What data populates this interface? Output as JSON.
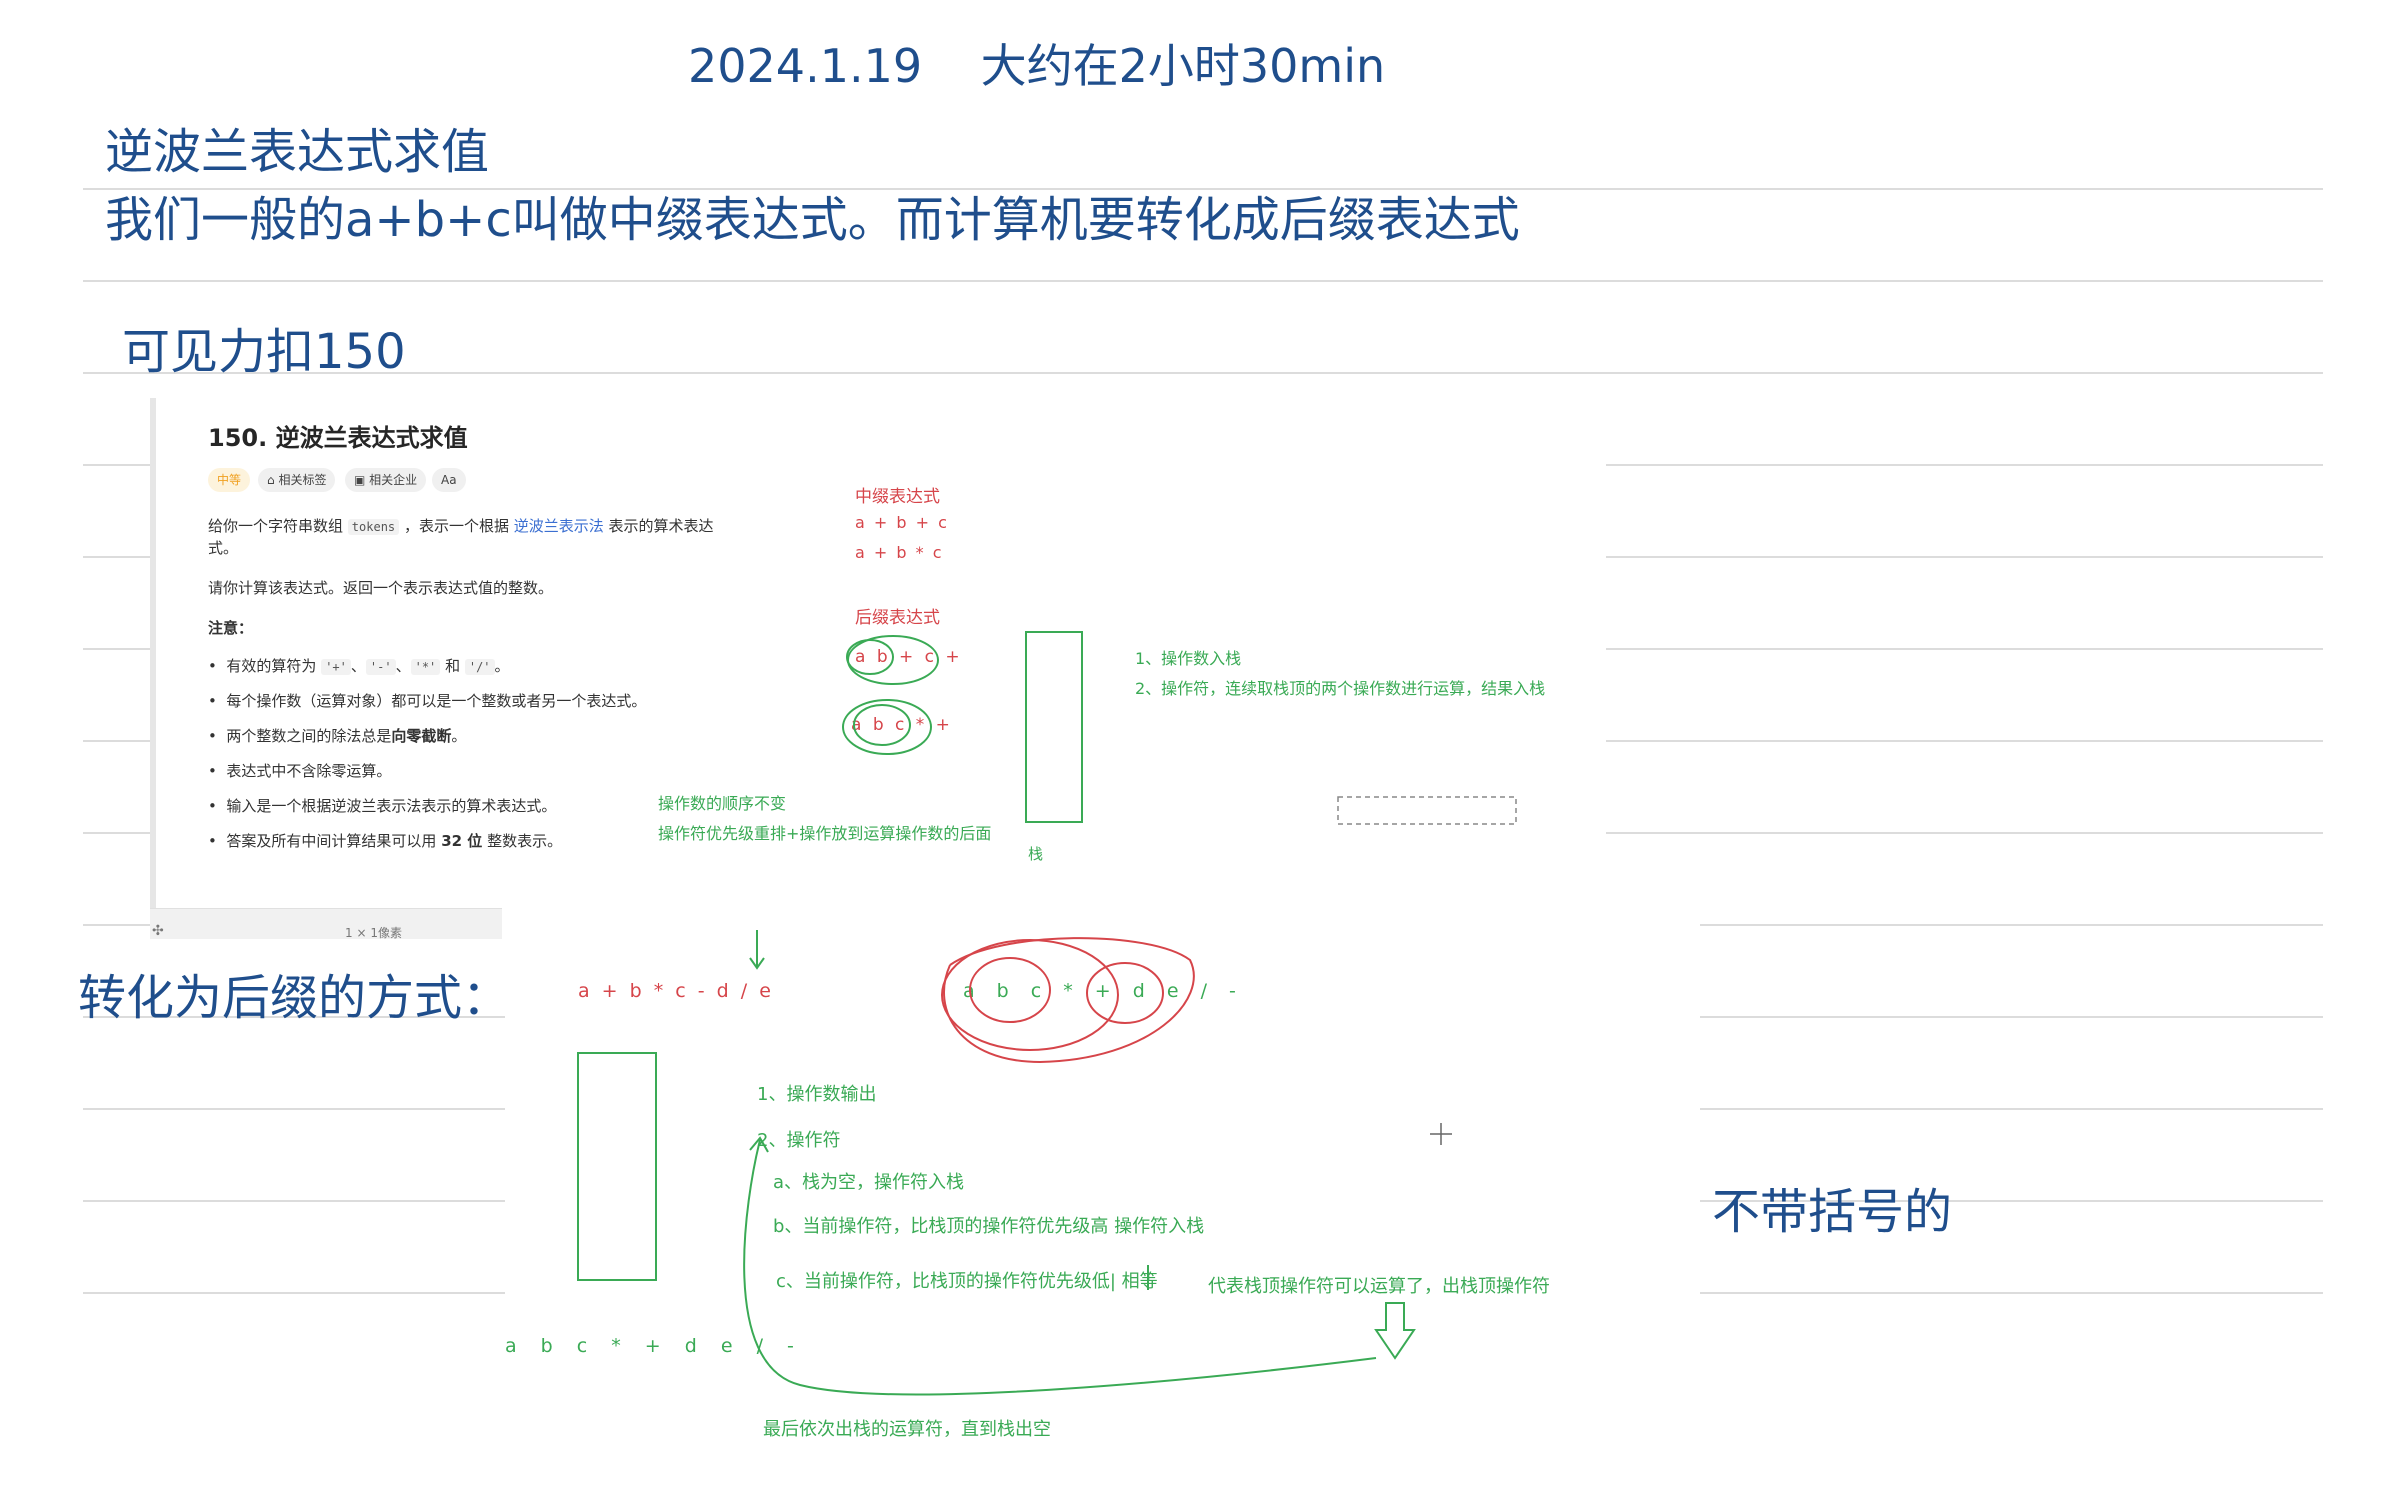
{
  "note": {
    "date": "2024.1.19",
    "duration": "大约在2小时30min",
    "title": "逆波兰表达式求值",
    "intro": "我们一般的a+b+c叫做中缀表达式。而计算机要转化成后缀表达式",
    "see_leetcode": "可见力扣150",
    "convert_heading": "转化为后缀的方式：",
    "no_brackets": "不带括号的"
  },
  "leetcode": {
    "problem_title": "150. 逆波兰表达式求值",
    "tags": {
      "difficulty": "中等",
      "related_tags": "相关标签",
      "related_companies": "相关企业",
      "font_icon": "Aa"
    },
    "desc_part1": "给你一个字符串数组",
    "desc_code": "tokens",
    "desc_part2": "，表示一个根据",
    "desc_link": "逆波兰表示法",
    "desc_part3": "表示的算术表达",
    "desc_line2": "式。",
    "calc_text": "请你计算该表达式。返回一个表示表达式值的整数。",
    "note_label": "注意：",
    "bullet1_prefix": "有效的算符为",
    "op_plus": "'+'",
    "op_minus": "'-'",
    "op_times": "'*'",
    "op_and": "和",
    "op_div": "'/'",
    "bullet1_suffix": "。",
    "bullet2": "每个操作数（运算对象）都可以是一个整数或者另一个表达式。",
    "bullet3_prefix": "两个整数之间的除法总是",
    "bullet3_bold": "向零截断",
    "bullet3_suffix": "。",
    "bullet4": "表达式中不含除零运算。",
    "bullet5": "输入是一个根据逆波兰表示法表示的算术表达式。",
    "bullet6_prefix": "答案及所有中间计算结果可以用",
    "bullet6_bold": "32 位",
    "bullet6_suffix": "整数表示。",
    "bottom_status": "1 × 1像素"
  },
  "annotations": {
    "infix_label": "中缀表达式",
    "infix_ex1": "a + b + c",
    "infix_ex2": "a + b * c",
    "postfix_label": "后缀表达式",
    "postfix_ex1": "a b + c +",
    "postfix_ex2": "a b c * +",
    "stack_rule1": "1、操作数入栈",
    "stack_rule2": "2、操作符，连续取栈顶的两个操作数进行运算，结果入栈",
    "operand_order": "操作数的顺序不变",
    "operator_reorder": "操作符优先级重排+操作放到运算操作数的后面",
    "stack_label": "栈",
    "example_expr": "a + b * c - d / e",
    "circled_result": "a b c * + d e / -",
    "conv_rule1": "1、操作数输出",
    "conv_rule2": "2、操作符",
    "conv_rule2a": "a、栈为空，操作符入栈",
    "conv_rule2b": "b、当前操作符，比栈顶的操作符优先级高 操作符入栈",
    "conv_rule2c": "c、当前操作符，比栈顶的操作符优先级低| 相等",
    "conv_rule2c_tail": "代表栈顶操作符可以运算了，出栈顶操作符",
    "final_output": "a b c * + d e / -",
    "final_note": "最后依次出栈的运算符，直到栈出空"
  },
  "colors": {
    "handwriting_blue": "#1f4e8c",
    "ink_red": "#d6454a",
    "ink_green": "#3aaa55",
    "ruled_line": "#dcdcdc"
  }
}
